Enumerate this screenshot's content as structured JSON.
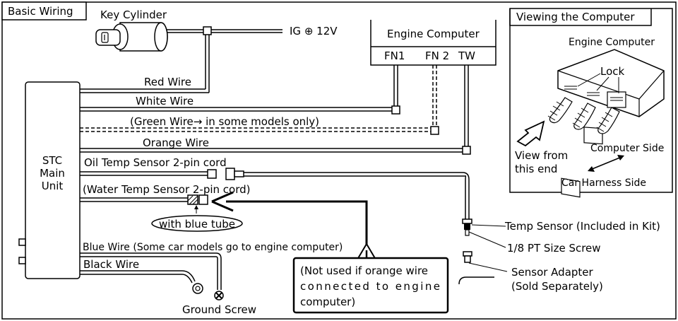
{
  "title": "Basic Wiring",
  "key_cylinder": {
    "label": "Key Cylinder"
  },
  "ignition": {
    "label": "IG ⊕ 12V"
  },
  "engine_computer": {
    "label": "Engine Computer",
    "pins": [
      "FN1",
      "FN 2",
      "TW"
    ]
  },
  "main_unit": {
    "lines": [
      "STC",
      "Main",
      "Unit"
    ]
  },
  "wires": {
    "red": "Red Wire",
    "white": "White Wire",
    "green": "(Green Wire→ in some models only)",
    "orange": "Orange Wire",
    "oil_temp": "Oil Temp Sensor 2-pin cord",
    "water_temp": "(Water Temp Sensor 2-pin cord)",
    "blue": "Blue Wire (Some car models go to engine computer)",
    "black": "Black Wire"
  },
  "blue_tube": "with blue tube",
  "ground_screw": "Ground Screw",
  "note": {
    "lines": [
      "(Not used if orange wire",
      "connected to engine",
      "computer)"
    ]
  },
  "temp_sensor": "Temp Sensor (Included in Kit)",
  "screw_size": "1/8 PT Size Screw",
  "sensor_adapter": {
    "lines": [
      "Sensor Adapter",
      "(Sold Separately)"
    ]
  },
  "inset": {
    "title": "Viewing the Computer",
    "engine_computer": "Engine Computer",
    "lock": "Lock",
    "view_from": [
      "View from",
      "this end"
    ],
    "computer_side": "Computer Side",
    "car_harness_side": "Car Harness Side"
  }
}
